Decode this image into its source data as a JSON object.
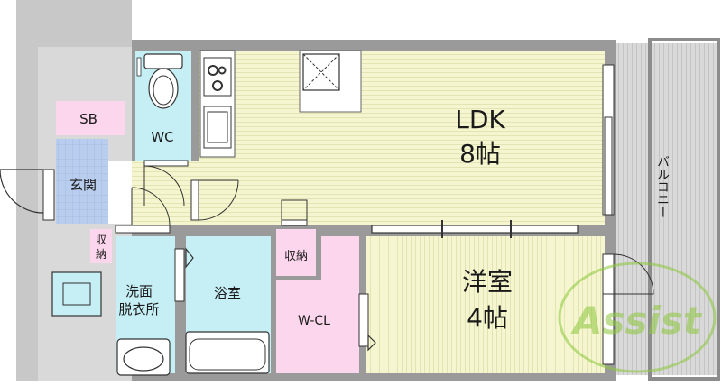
{
  "rooms": {
    "ldk": {
      "name": "LDK",
      "size": "8帖"
    },
    "western_room": {
      "name": "洋室",
      "size": "4帖"
    },
    "balcony": {
      "name": "バルコニー"
    },
    "wc": {
      "name": "WC"
    },
    "sb": {
      "name": "SB"
    },
    "entrance": {
      "name": "玄関"
    },
    "storage_left": {
      "line1": "収",
      "line2": "納"
    },
    "storage_mid": {
      "name": "収納"
    },
    "washroom": {
      "line1": "洗面",
      "line2": "脱衣所"
    },
    "bathroom": {
      "name": "浴室"
    },
    "walk_in_closet": {
      "name": "W-CL"
    }
  },
  "watermark": {
    "text": "Assist"
  },
  "colors": {
    "ldk_floor": "#f5f6cf",
    "western_floor": "#f5f6cf",
    "wet_area": "#c5eef5",
    "storage": "#fbd6ec",
    "entrance": "#b9cdee",
    "balcony": "#d7d7d7",
    "wall": "#8c8c8c",
    "watermark_green": "#8cc83c"
  }
}
